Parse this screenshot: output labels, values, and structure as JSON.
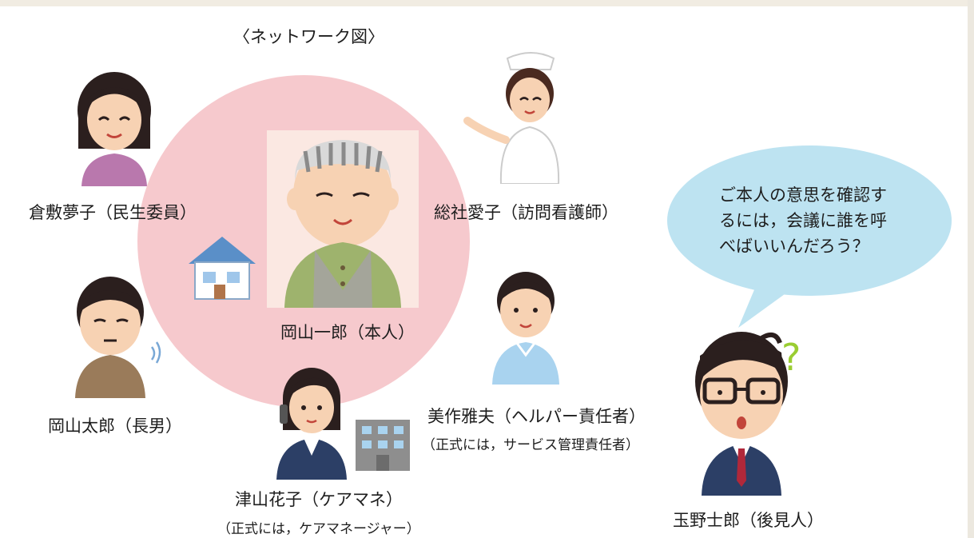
{
  "title": "〈ネットワーク図〉",
  "people": {
    "center": {
      "name": "岡山一郎（本人）"
    },
    "kurashiki": {
      "name": "倉敷夢子（民生委員）"
    },
    "sousha": {
      "name": "総社愛子（訪問看護師）"
    },
    "okayama_taro": {
      "name": "岡山太郎（長男）"
    },
    "mimasaka": {
      "name": "美作雅夫（ヘルパー責任者）",
      "note": "（正式には，サービス管理責任者）"
    },
    "tsuyama": {
      "name": "津山花子（ケアマネ）",
      "note": "（正式には，ケアマネージャー）"
    },
    "tamano": {
      "name": "玉野士郎（後見人）"
    }
  },
  "speech": {
    "lines": [
      "ご本人の意思を確認す",
      "るには，会議に誰を呼",
      "べばいいんだろう？"
    ]
  },
  "colors": {
    "circle": "#f6c9cd",
    "bubble": "#bde3f1",
    "accent_question": "#9acd32"
  }
}
